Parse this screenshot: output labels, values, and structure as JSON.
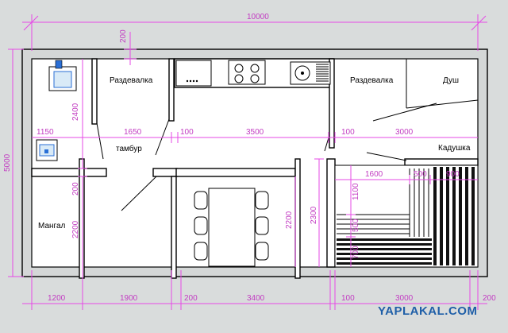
{
  "rooms": {
    "dressing_left": "Раздевалка",
    "dressing_right": "Раздевалка",
    "shower": "Душ",
    "vestibule": "тамбур",
    "tub": "Кадушка",
    "grill": "Мангал"
  },
  "dims": {
    "total_width": "10000",
    "total_height": "5000",
    "top_200": "200",
    "h2400": "2400",
    "mid_1150": "1150",
    "mid_1650": "1650",
    "mid_100a": "100",
    "mid_3500": "3500",
    "mid_100b": "100",
    "mid_3000": "3000",
    "left_200": "200",
    "left_2200": "2200",
    "c2200": "2200",
    "c2300": "2300",
    "s1600": "1600",
    "s500": "500",
    "s900": "900",
    "s1100": "1100",
    "s500v": "500",
    "s700": "700",
    "b1200": "1200",
    "b1900": "1900",
    "b200": "200",
    "b3400": "3400",
    "b100": "100",
    "b3000": "3000",
    "b200r": "200"
  },
  "watermark": "YAPLAKAL.COM"
}
